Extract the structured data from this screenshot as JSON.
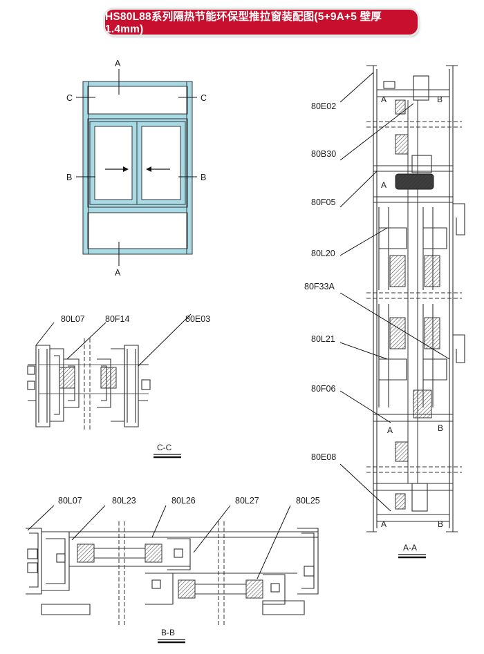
{
  "title": "HS80L88系列隔热节能环保型推拉窗装配图(5+9A+5 壁厚1.4mm)",
  "colors": {
    "frame": "#a9dbe6",
    "line": "#3a3a3a",
    "dark": "#2b2b2b",
    "banner": "#c8102e",
    "gasket": "#7a7a7a"
  },
  "elevation": {
    "label_top": "A",
    "label_bottom": "A",
    "label_left_top": "C",
    "label_right_top": "C",
    "label_left_mid": "B",
    "label_right_mid": "B"
  },
  "section_cc": {
    "caption": "C-C",
    "parts": [
      "80L07",
      "80F14",
      "80E03"
    ]
  },
  "section_bb": {
    "caption": "B-B",
    "parts": [
      "80L07",
      "80L23",
      "80L26",
      "80L27",
      "80L25"
    ]
  },
  "section_aa": {
    "caption": "A-A",
    "parts": [
      "80E02",
      "80B30",
      "80F05",
      "80L20",
      "80F33A",
      "80L21",
      "80F06",
      "80E08"
    ],
    "marks": {
      "a": "A",
      "b": "B"
    }
  }
}
